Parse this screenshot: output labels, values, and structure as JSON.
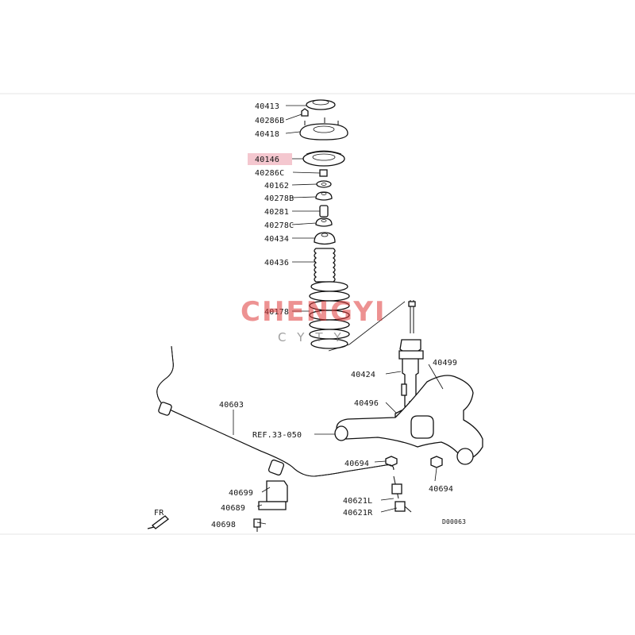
{
  "labels": {
    "p40413": "40413",
    "p40286B": "40286B",
    "p40418": "40418",
    "p40146": "40146",
    "p40286C": "40286C",
    "p40162": "40162",
    "p40278B": "40278B",
    "p40281": "40281",
    "p40278C": "40278C",
    "p40434": "40434",
    "p40436": "40436",
    "p40178": "40178",
    "p40424": "40424",
    "p40499": "40499",
    "p40496": "40496",
    "p40603": "40603",
    "ref": "REF.33-050",
    "p40694a": "40694",
    "p40694b": "40694",
    "p40699": "40699",
    "p40689": "40689",
    "p40698": "40698",
    "p40621L": "40621L",
    "p40621R": "40621R",
    "fr": "FR",
    "code": "D00063"
  },
  "watermark": {
    "brand": "CHENGYI",
    "sub": "CYTY"
  },
  "colors": {
    "highlight": "#f4c7cf",
    "watermark": "#e03a3a",
    "line": "#111111"
  }
}
